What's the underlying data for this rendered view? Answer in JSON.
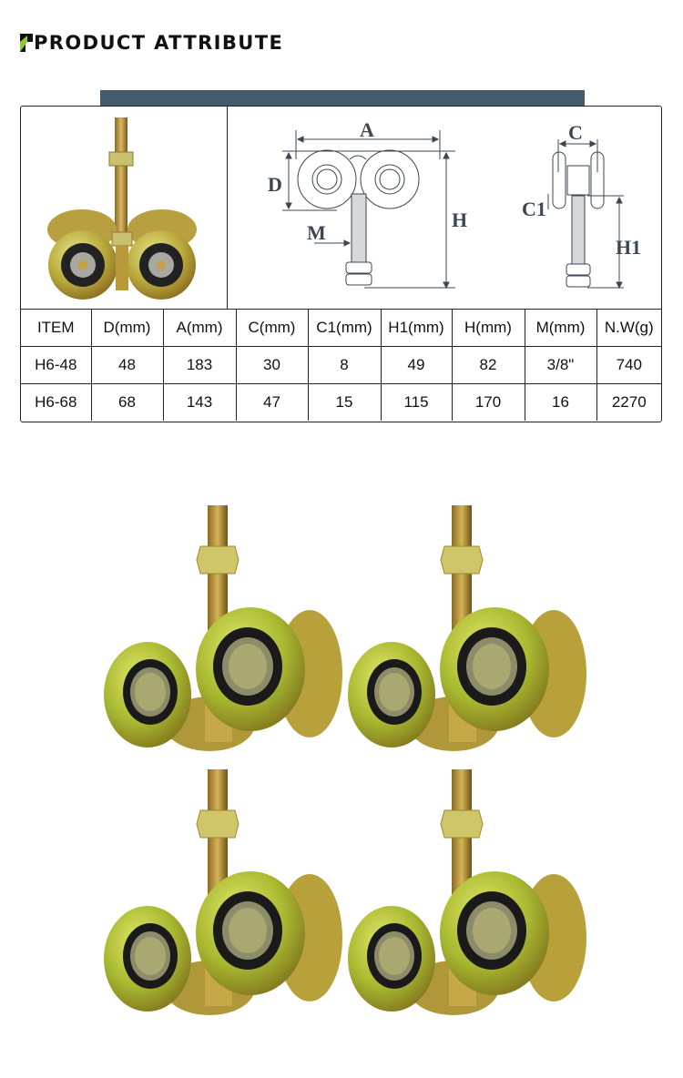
{
  "header": {
    "title": "PRODUCT ATTRIBUTE",
    "accent_color": "#8dc63f",
    "band_color": "#455a6b"
  },
  "diagram": {
    "labels": {
      "A": "A",
      "D": "D",
      "H": "H",
      "M": "M",
      "C": "C",
      "C1": "C1",
      "H1": "H1"
    }
  },
  "table": {
    "headers": [
      "ITEM",
      "D(mm)",
      "A(mm)",
      "C(mm)",
      "C1(mm)",
      "H1(mm)",
      "H(mm)",
      "M(mm)",
      "N.W(g)"
    ],
    "rows": [
      [
        "H6-48",
        "48",
        "183",
        "30",
        "8",
        "49",
        "82",
        "3/8\"",
        "740"
      ],
      [
        "H6-68",
        "68",
        "143",
        "47",
        "15",
        "115",
        "170",
        "16",
        "2270"
      ]
    ]
  },
  "gallery": {
    "images": [
      {
        "label": "twin-wheel-trolley-photo-1"
      },
      {
        "label": "twin-wheel-trolley-photo-2"
      },
      {
        "label": "twin-wheel-trolley-photo-3"
      },
      {
        "label": "twin-wheel-trolley-photo-4"
      }
    ]
  }
}
